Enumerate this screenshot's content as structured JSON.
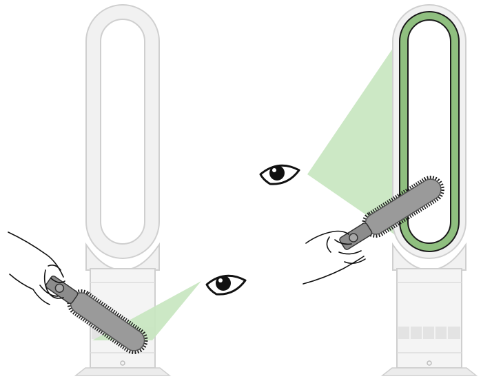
{
  "colors": {
    "background": "#ffffff",
    "fan_outline": "#cfcfcf",
    "fan_fill": "#f1f1f1",
    "fan_inner": "#ffffff",
    "highlight_ring": "#8fbf7f",
    "sightline": "#c7e6bf",
    "brush_body": "#9a9a9a",
    "brush_bristles": "#1a1a1a",
    "ink": "#111111"
  },
  "panels": [
    {
      "id": "left",
      "view": "inspect-base-grille",
      "highlighted_part": "air-inlet-grille"
    },
    {
      "id": "right",
      "view": "inspect-loop-aperture",
      "highlighted_part": "loop-amplifier"
    }
  ],
  "icons": [
    "eye-icon",
    "hand-icon",
    "brush-tool-icon",
    "fan-tower-icon"
  ]
}
